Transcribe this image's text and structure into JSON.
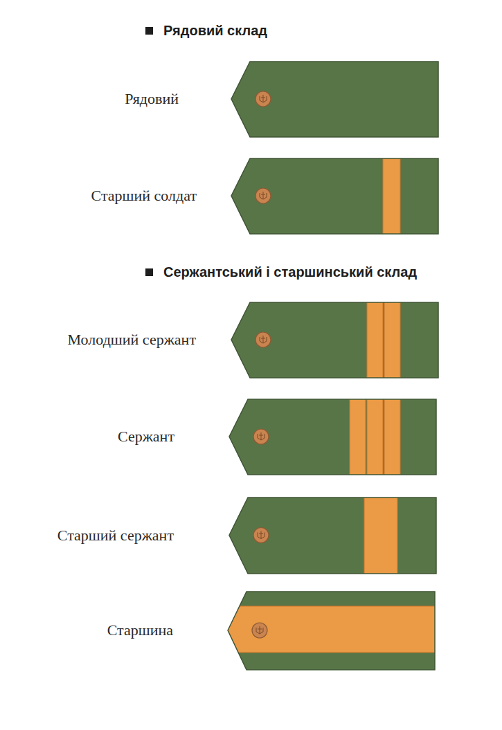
{
  "diagram": {
    "nodes": [
      {
        "text": [
          "Рядовий"
        ]
      },
      {
        "text": [
          "Старший солдат"
        ]
      },
      {
        "text": [
          "Молодший сержант"
        ]
      },
      {
        "text": [
          "Сержант"
        ]
      },
      {
        "text": [
          "Старший сержант"
        ]
      },
      {
        "text": [
          "Старшина"
        ]
      }
    ],
    "labels": [
      "Рядовий склад",
      "Сержантський і старшинський склад"
    ]
  }
}
